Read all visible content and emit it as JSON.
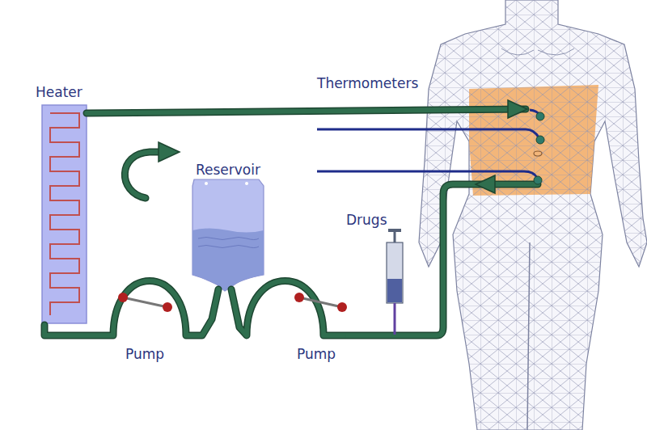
{
  "diagram": {
    "nodes": [
      {
        "text": [
          "Heater"
        ]
      },
      {
        "text": [
          "Reservoir"
        ]
      },
      {
        "text": [
          "Drugs"
        ]
      },
      {
        "text": [
          "Pump"
        ]
      },
      {
        "text": [
          "Pump"
        ]
      }
    ],
    "edges": [
      {
        "from": 3,
        "to": 0,
        "arrow": "none"
      },
      {
        "from": 1,
        "to": 3,
        "arrow": "none"
      },
      {
        "from": 4,
        "to": 1,
        "arrow": "none"
      },
      {
        "from": 2,
        "to": 4,
        "arrow": "none"
      }
    ],
    "labels": [
      "Thermometers"
    ]
  }
}
